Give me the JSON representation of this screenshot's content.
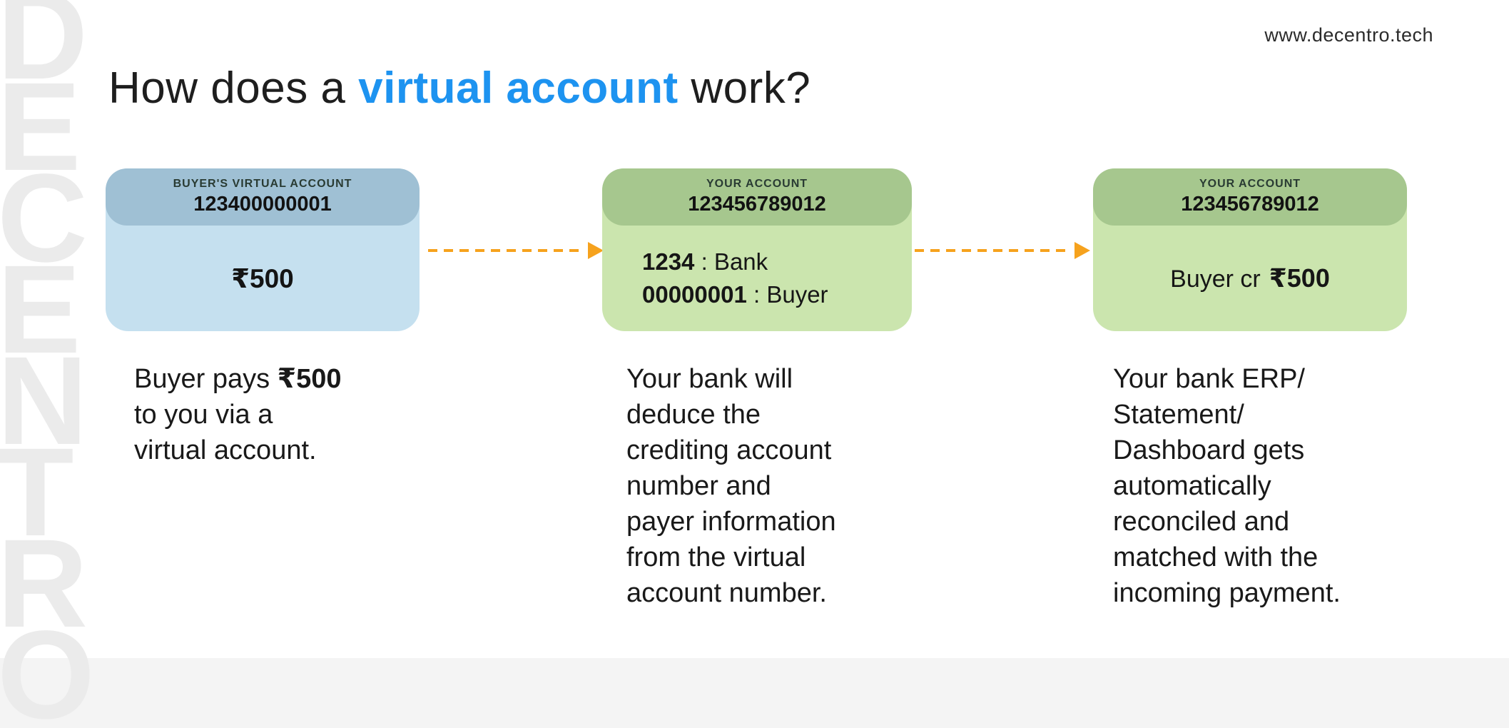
{
  "title": {
    "prefix": "How does a ",
    "highlight": "virtual account",
    "suffix": " work?"
  },
  "watermark": "DECENTRO",
  "colors": {
    "highlight_blue": "#1d93f0",
    "arrow_orange": "#f6a21d",
    "card1_header": "#9fc0d4",
    "card1_body": "#c5e0ef",
    "card_green_header": "#a6c78e",
    "card_green_body": "#cbe5ae",
    "watermark_gray": "#ebebeb",
    "footer_bg": "#f4f4f4"
  },
  "cards": [
    {
      "header_label": "BUYER'S VIRTUAL ACCOUNT",
      "account_number": "123400000001",
      "amount": "₹500",
      "description": {
        "before": "Buyer pays ",
        "bold": "₹500",
        "after": "\nto you via a\nvirtual account."
      }
    },
    {
      "header_label": "YOUR ACCOUNT",
      "account_number": "123456789012",
      "body_lines": [
        {
          "bold": "1234",
          "rest": " : Bank"
        },
        {
          "bold": "00000001",
          "rest": " : Buyer"
        }
      ],
      "description": {
        "text": "Your bank will\ndeduce the\ncrediting account\nnumber and\npayer information\nfrom the virtual\naccount number."
      }
    },
    {
      "header_label": "YOUR ACCOUNT",
      "account_number": "123456789012",
      "body": {
        "prefix": "Buyer cr",
        "amount": "₹500"
      },
      "description": {
        "text": "Your bank ERP/\nStatement/\nDashboard gets\nautomatically\nreconciled and\nmatched with the\nincoming payment."
      }
    }
  ],
  "footer": {
    "url": "www.decentro.tech"
  }
}
